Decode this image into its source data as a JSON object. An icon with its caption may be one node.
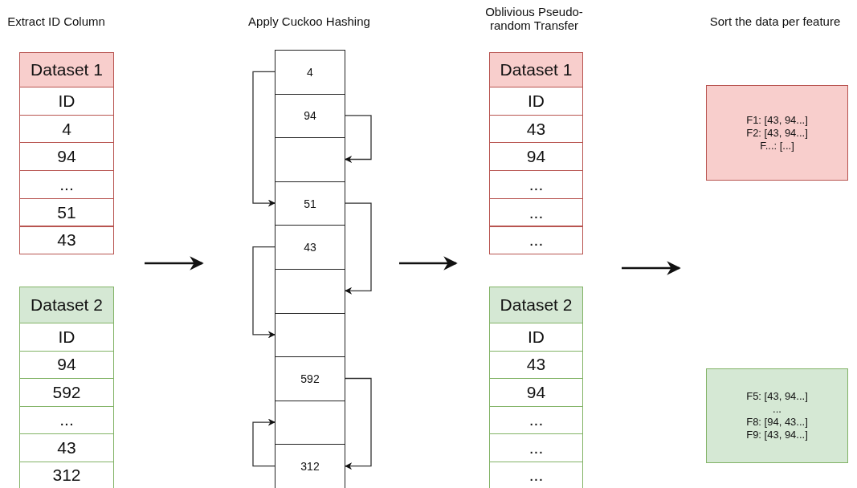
{
  "diagram": {
    "nodes": [
      {
        "text": [
          "Dataset 1"
        ]
      },
      {
        "text": [
          "ID"
        ]
      },
      {
        "text": [
          "4"
        ]
      },
      {
        "text": [
          "94"
        ]
      },
      {
        "text": [
          "..."
        ]
      },
      {
        "text": [
          "51"
        ]
      },
      {
        "text": [
          "43"
        ]
      },
      {
        "text": [
          "Dataset 2"
        ]
      },
      {
        "text": [
          "ID"
        ]
      },
      {
        "text": [
          "94"
        ]
      },
      {
        "text": [
          "592"
        ]
      },
      {
        "text": [
          "..."
        ]
      },
      {
        "text": [
          "43"
        ]
      },
      {
        "text": [
          "312"
        ]
      },
      {
        "text": [
          "4"
        ]
      },
      {
        "text": [
          "94"
        ]
      },
      {
        "text": [],
        "shape": "box"
      },
      {
        "text": [
          "51"
        ]
      },
      {
        "text": [
          "43"
        ]
      },
      {
        "text": [],
        "shape": "box"
      },
      {
        "text": [],
        "shape": "box"
      },
      {
        "text": [
          "592"
        ]
      },
      {
        "text": [],
        "shape": "box"
      },
      {
        "text": [
          "312"
        ]
      },
      {
        "text": [
          "Dataset 1"
        ]
      },
      {
        "text": [
          "ID"
        ]
      },
      {
        "text": [
          "43"
        ]
      },
      {
        "text": [
          "94"
        ]
      },
      {
        "text": [
          "..."
        ]
      },
      {
        "text": [
          "..."
        ]
      },
      {
        "text": [
          "..."
        ]
      },
      {
        "text": [
          "Dataset 2"
        ]
      },
      {
        "text": [
          "ID"
        ]
      },
      {
        "text": [
          "43"
        ]
      },
      {
        "text": [
          "94"
        ]
      },
      {
        "text": [
          "..."
        ]
      },
      {
        "text": [
          "..."
        ]
      },
      {
        "text": [
          "..."
        ]
      },
      {
        "text": [
          "F1: [43, 94...]",
          "F2: [43, 94...]",
          "F...: [...]"
        ]
      },
      {
        "text": [
          "F5: [43, 94...]",
          "...",
          "F8: [94, 43...]",
          "F9: [43, 94...]"
        ]
      }
    ],
    "edges": [
      {
        "from": 14,
        "to": 17,
        "arrow": "to"
      },
      {
        "from": 15,
        "to": 16,
        "arrow": "to"
      },
      {
        "from": 17,
        "to": 19,
        "arrow": "to"
      },
      {
        "from": 18,
        "to": 20,
        "arrow": "to"
      },
      {
        "from": 21,
        "to": 23,
        "arrow": "to"
      },
      {
        "from": 23,
        "to": 22,
        "arrow": "to"
      }
    ],
    "labels": [
      "Extract ID Column",
      "Apply Cuckoo Hashing",
      "Oblivious Pseudo-random Transfer",
      "Sort the data per feature"
    ]
  }
}
